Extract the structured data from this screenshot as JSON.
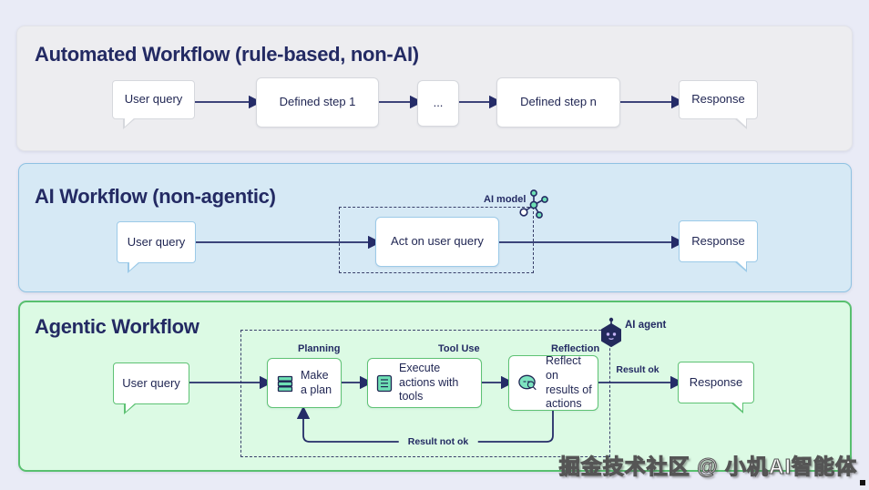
{
  "colors": {
    "page_bg": "#e9ebf6",
    "navy_ink": "#232a63",
    "arrow": "#252c68",
    "teal_icon": "#6ee0b4",
    "panel_automated_bg": "#ededf0",
    "panel_ai_bg": "#d6e9f5",
    "panel_ai_border": "#8fc2e2",
    "panel_agentic_bg": "#dcfae4",
    "panel_agentic_border": "#58c06f"
  },
  "automated": {
    "title": "Automated Workflow (rule-based, non-AI)",
    "user_query": "User query",
    "step1": "Defined step 1",
    "ellipsis": "...",
    "step_n": "Defined step n",
    "response": "Response"
  },
  "ai_workflow": {
    "title": "AI Workflow (non-agentic)",
    "user_query": "User query",
    "act": "Act on user query",
    "response": "Response",
    "model_label": "AI model"
  },
  "agentic": {
    "title": "Agentic Workflow",
    "user_query": "User query",
    "plan": "Make a plan",
    "execute": "Execute actions with tools",
    "reflect": "Reflect on results of actions",
    "response": "Response",
    "agent_label": "AI agent",
    "planning_label": "Planning",
    "tool_use_label": "Tool Use",
    "reflection_label": "Reflection",
    "result_ok": "Result ok",
    "result_not_ok": "Result not ok"
  },
  "watermark": {
    "text": "掘金技术社区 @ 小机AI智能体"
  }
}
